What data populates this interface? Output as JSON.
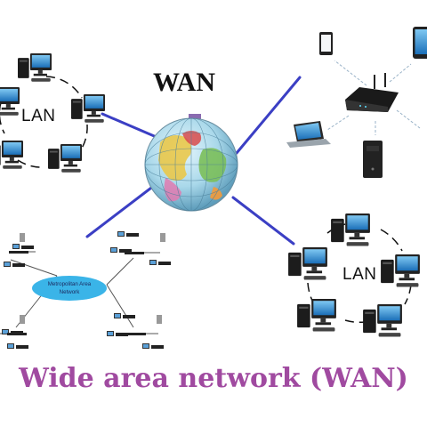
{
  "title": "WAN",
  "caption": "Wide area network (WAN)",
  "lan_left": "LAN",
  "lan_right": "LAN",
  "man_label_line1": "Metropolitan Area",
  "man_label_line2": "Network",
  "colors": {
    "link": "#3b3fc4",
    "caption": "#a04aa0",
    "arrow": "#9ab3c8",
    "man_ellipse": "#3ab4e8"
  },
  "icons": [
    "globe-icon",
    "desktop-computer-icon",
    "smartphone-icon",
    "tablet-icon",
    "laptop-icon",
    "wireless-router-icon",
    "pc-tower-icon",
    "switch-icon"
  ]
}
